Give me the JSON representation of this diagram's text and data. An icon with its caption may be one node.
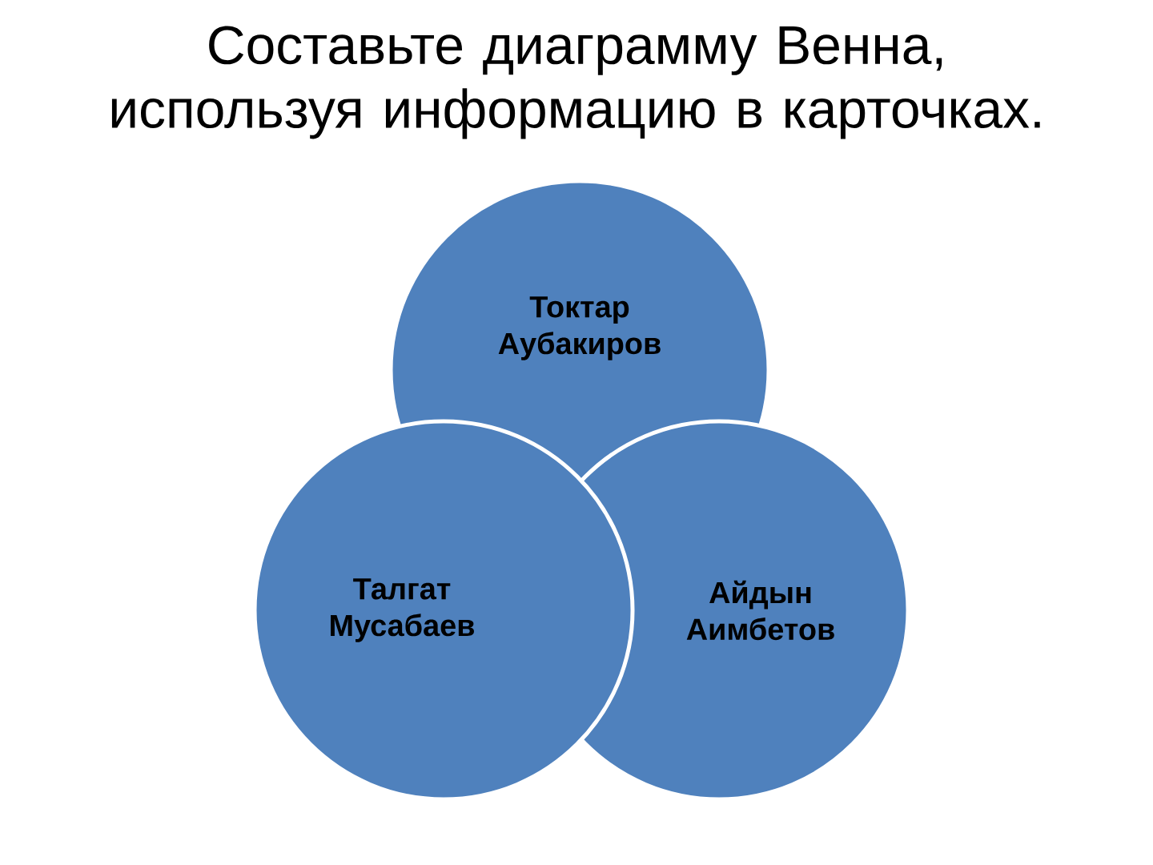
{
  "diagram": {
    "title": "Составьте диаграмму Венна, используя информацию в карточках.",
    "nodes": [
      {
        "text": [
          "Токтар Аубакиров"
        ]
      },
      {
        "text": [
          "Талгат Мусабаев"
        ]
      },
      {
        "text": [
          "Айдын Аимбетов"
        ]
      }
    ]
  }
}
